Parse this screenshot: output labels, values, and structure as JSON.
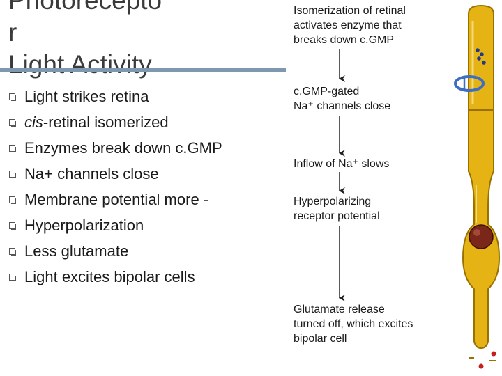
{
  "slide": {
    "title_lines": [
      "Photorecepto",
      "r",
      "Light Activity"
    ],
    "bullets": [
      {
        "text": "Light strikes retina",
        "italic_prefix": ""
      },
      {
        "text": "-retinal isomerized",
        "italic_prefix": "cis"
      },
      {
        "text": "Enzymes break down c.GMP",
        "italic_prefix": ""
      },
      {
        "text": "Na+ channels close",
        "italic_prefix": ""
      },
      {
        "text": "Membrane potential more -",
        "italic_prefix": ""
      },
      {
        "text": "Hyperpolarization",
        "italic_prefix": ""
      },
      {
        "text": "Less glutamate",
        "italic_prefix": ""
      },
      {
        "text": "Light excites bipolar cells",
        "italic_prefix": ""
      }
    ]
  },
  "diagram": {
    "steps": [
      {
        "lines": [
          "Isomerization of retinal",
          "activates enzyme that",
          "breaks down c.GMP"
        ]
      },
      {
        "lines": [
          "c.GMP-gated",
          "Na⁺ channels close"
        ]
      },
      {
        "lines": [
          "Inflow of Na⁺ slows"
        ]
      },
      {
        "lines": [
          "Hyperpolarizing",
          "receptor potential"
        ]
      },
      {
        "lines": [
          "Glutamate release",
          "turned off, which excites",
          "bipolar cell"
        ]
      }
    ]
  },
  "colors": {
    "title": "#3a3a3a",
    "rule": "#7f98b2",
    "cell_fill": "#e5b313",
    "cell_stroke": "#9a7000",
    "nucleus": "#7a2618",
    "disc_ring": "#3d6ec4",
    "vesicle": "#c41e1e"
  }
}
